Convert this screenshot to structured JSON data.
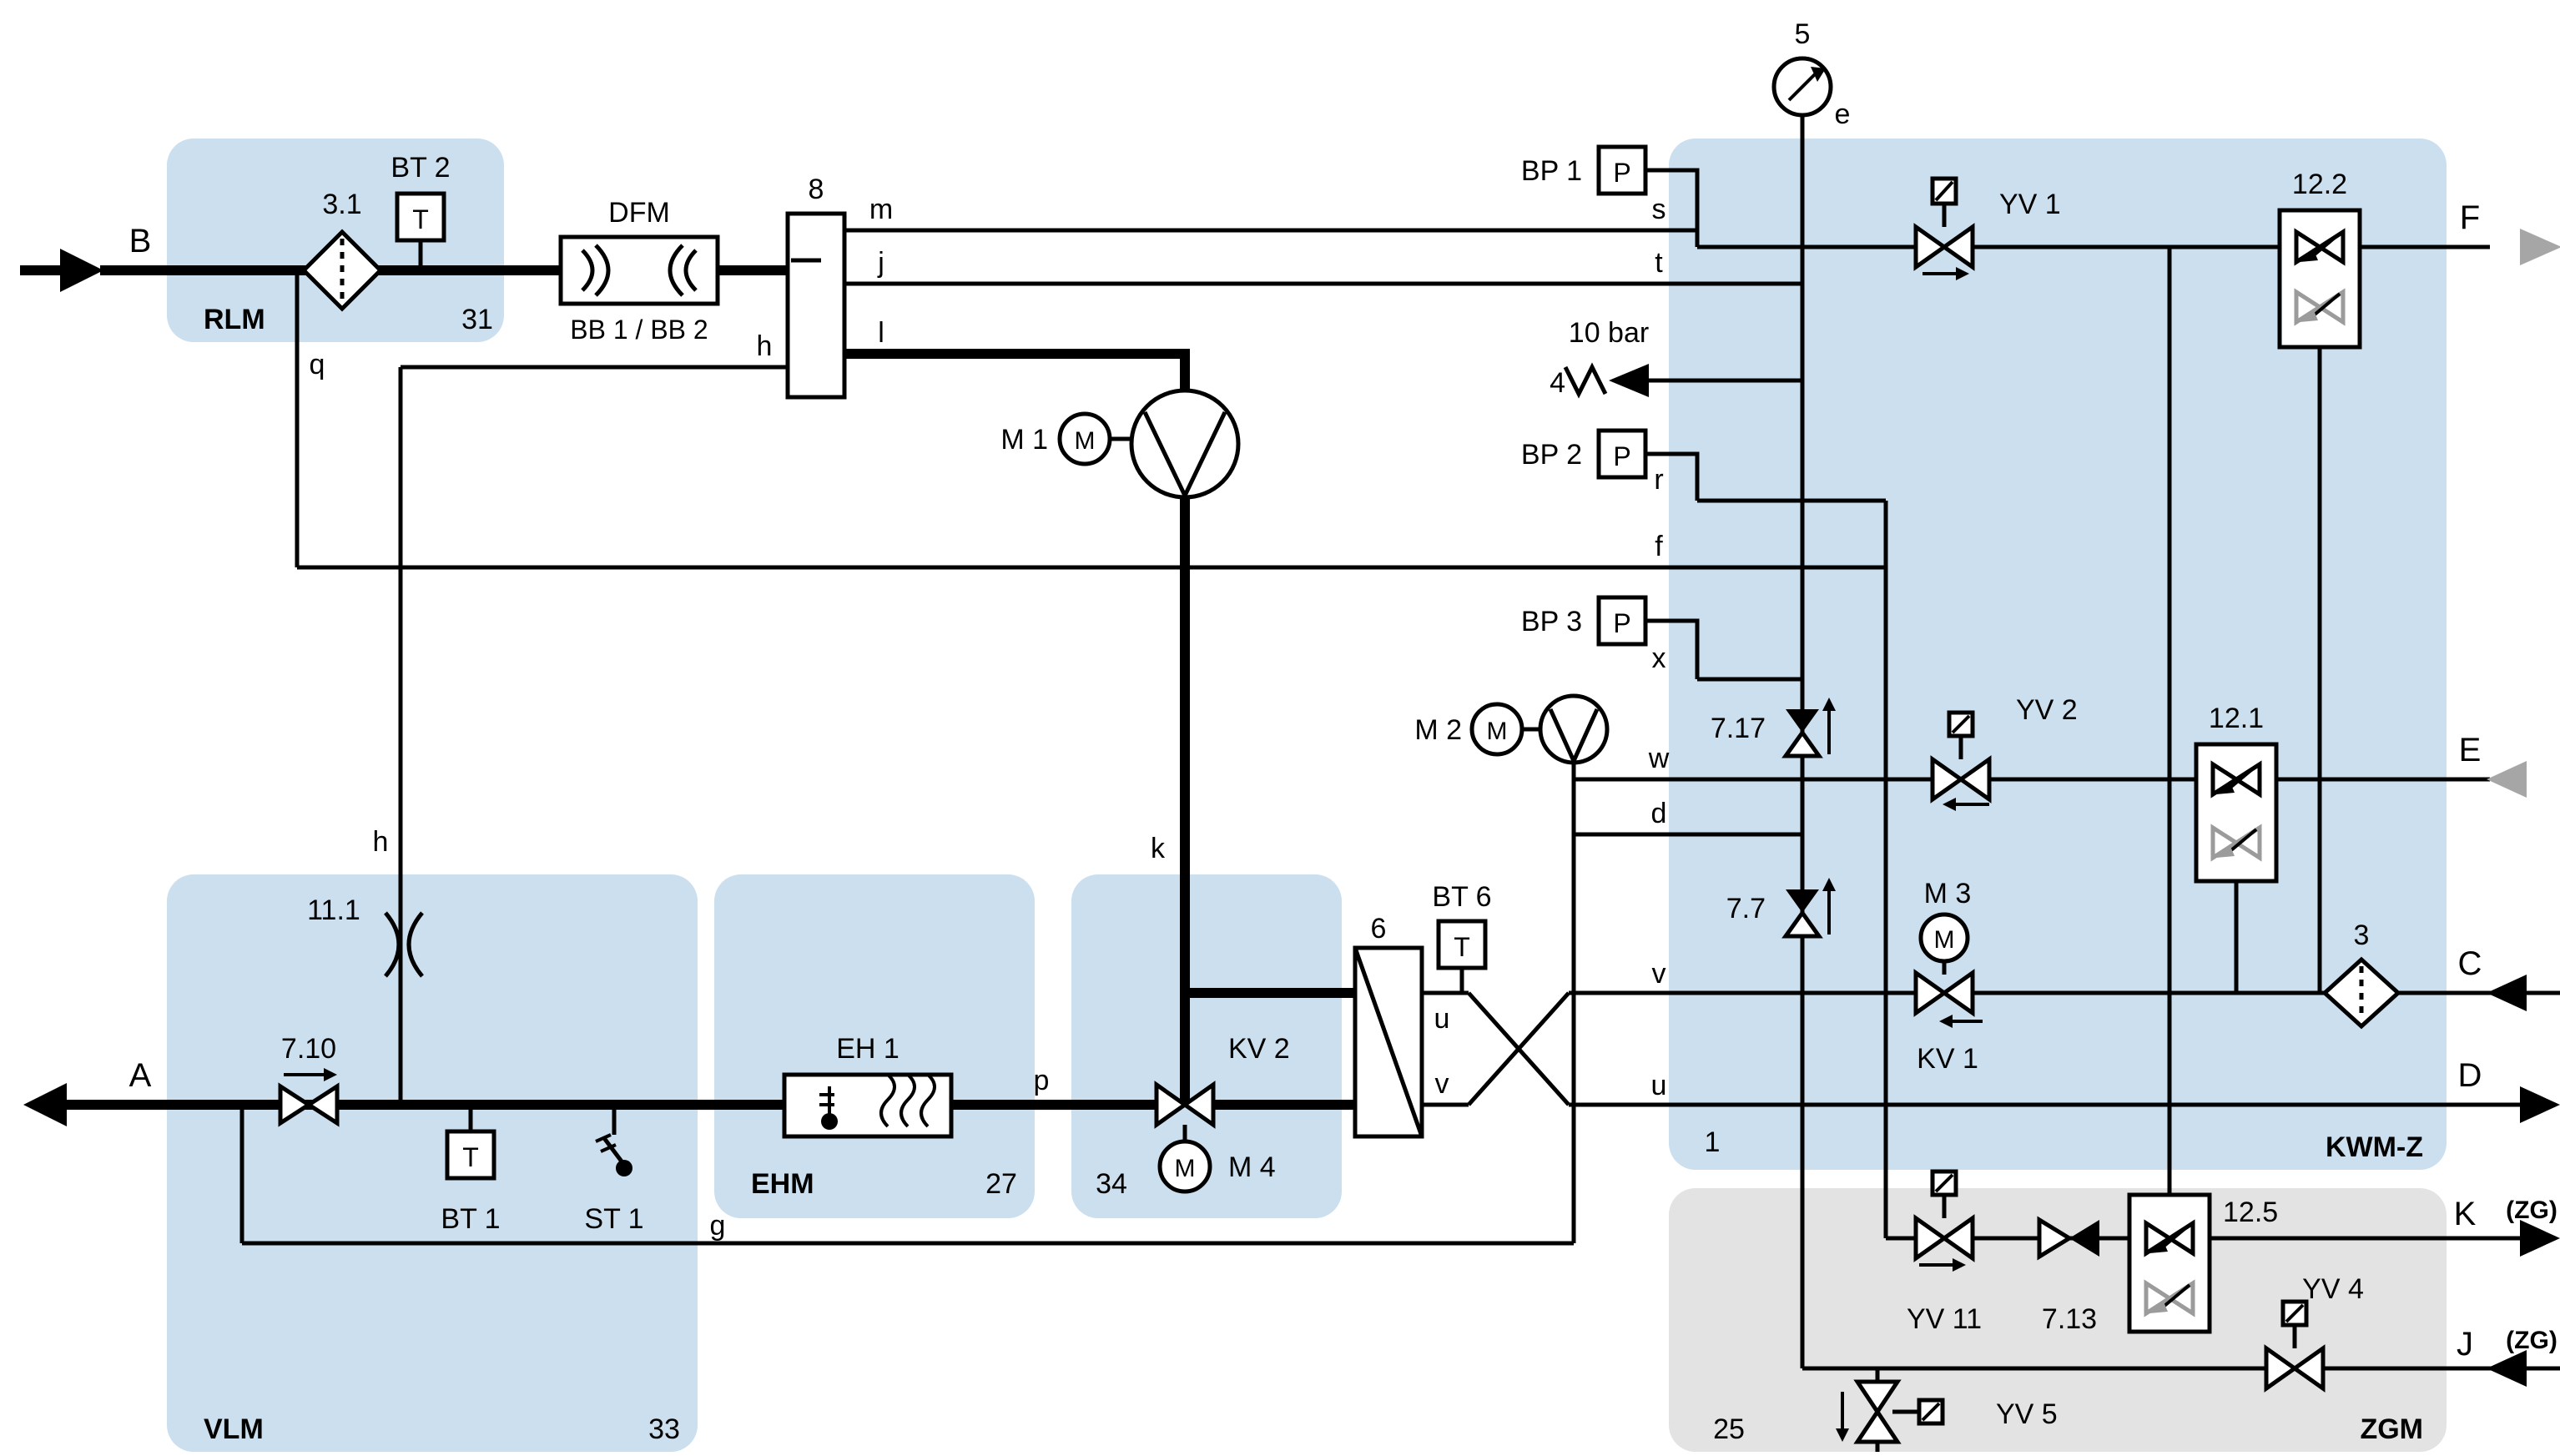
{
  "diagram": {
    "ports": {
      "A": "A",
      "B": "B",
      "C": "C",
      "D": "D",
      "E": "E",
      "F": "F",
      "J": "J",
      "K": "K",
      "ZG": "(ZG)"
    },
    "modules": {
      "rlm": "RLM",
      "rlm_no": "31",
      "vlm": "VLM",
      "vlm_no": "33",
      "ehm": "EHM",
      "ehm_no": "27",
      "kv2_no": "34",
      "kwmz": "KWM-Z",
      "kwmz_no": "1",
      "zgm": "ZGM",
      "zgm_no": "25"
    },
    "components": {
      "f31": "3.1",
      "f3": "3",
      "BT1": "BT 1",
      "BT2": "BT 2",
      "BT6": "BT 6",
      "ST1": "ST 1",
      "T": "T",
      "P": "P",
      "M": "M",
      "DFM": "DFM",
      "BB": "BB 1 / BB 2",
      "sep": "8",
      "M1": "M 1",
      "M2": "M 2",
      "M3": "M 3",
      "M4": "M 4",
      "gauge": "5",
      "relief": "4",
      "bar10": "10 bar",
      "BP1": "BP 1",
      "BP2": "BP 2",
      "BP3": "BP 3",
      "c717": "7.17",
      "c77": "7.7",
      "c710": "7.10",
      "c713": "7.13",
      "orifice": "11.1",
      "EH1": "EH 1",
      "hx": "6",
      "KV1": "KV 1",
      "KV2": "KV 2",
      "YV1": "YV 1",
      "YV2": "YV 2",
      "YV4": "YV 4",
      "YV5": "YV 5",
      "YV11": "YV 11",
      "b122": "12.2",
      "b121": "12.1",
      "b125": "12.5"
    },
    "lines": {
      "q": "q",
      "h": "h",
      "m": "m",
      "j": "j",
      "l": "l",
      "s": "s",
      "t": "t",
      "r": "r",
      "f": "f",
      "x": "x",
      "w": "w",
      "d": "d",
      "e": "e",
      "g": "g",
      "p": "p",
      "k": "k",
      "u": "u",
      "v": "v"
    },
    "colors": {
      "module_blue": "#cbdfef",
      "module_gray": "#e3e3e3",
      "line": "#000000",
      "inactive": "#9b9b9b",
      "gray_arrow": "#a6a6a6"
    }
  }
}
